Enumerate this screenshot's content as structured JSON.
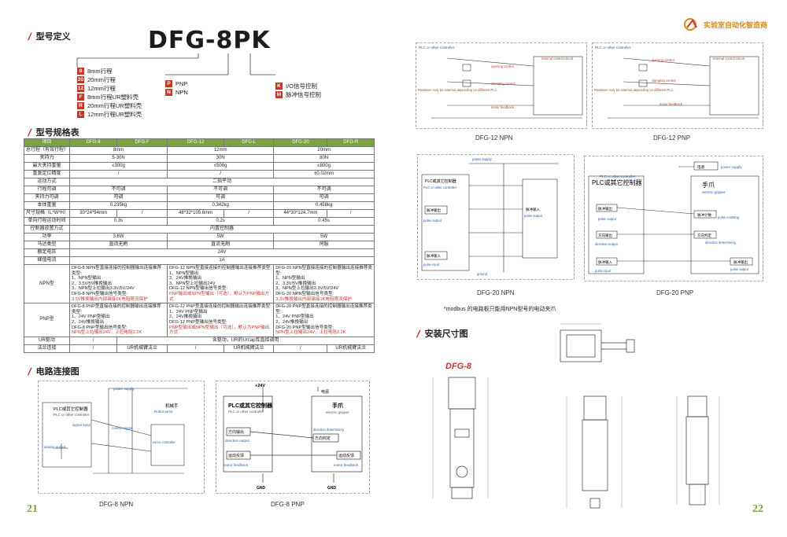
{
  "left_page": {
    "sec_model": "型号定义",
    "model_title": "DFG-8PK",
    "stroke_codes": [
      {
        "code": "8",
        "text": "8mm行程"
      },
      {
        "code": "20",
        "text": "20mm行程"
      },
      {
        "code": "12",
        "text": "12mm行程"
      },
      {
        "code": "F",
        "text": "8mm行程UR塑料壳"
      },
      {
        "code": "R",
        "text": "20mm行程UR塑料壳"
      },
      {
        "code": "L",
        "text": "12mm行程UR塑料壳"
      }
    ],
    "type_codes": [
      {
        "code": "P",
        "text": "PNP"
      },
      {
        "code": "N",
        "text": "NPN"
      }
    ],
    "signal_codes": [
      {
        "code": "K",
        "text": "I/O信号控制"
      },
      {
        "code": "M",
        "text": "脉冲信号控制"
      }
    ],
    "sec_spec": "型号规格表",
    "table": {
      "header": [
        "项目",
        "DFG-8",
        "DFG-F",
        "DFG-12",
        "DFG-L",
        "DFG-20",
        "DFG-R"
      ],
      "rows": [
        [
          "总行程（有效行程）",
          "8mm",
          "12mm",
          "20mm"
        ],
        [
          "夹持力",
          "5-30N",
          "30N",
          "80N"
        ],
        [
          "最大夹持重量",
          "≤300g",
          "≤500g",
          "≤800g"
        ],
        [
          "重复定位精度",
          "/",
          "/",
          "±0.02mm"
        ],
        [
          "运动方式",
          "二指平动"
        ],
        [
          "行程可调",
          "不可调",
          "不可调",
          "不可调"
        ],
        [
          "夹持力可调",
          "可调",
          "可调",
          "可调"
        ],
        [
          "本体重量",
          "0.235kg",
          "0.342kg",
          "0.458kg"
        ],
        [
          "尺寸规格（L*W*H）",
          "30*24*94mm",
          "/",
          "48*32*105.6mm",
          "/",
          "44*30*124.7mm",
          "/"
        ],
        [
          "单向行程运动时间",
          "0.3s",
          "0.2s",
          "0.45s"
        ],
        [
          "控制器放置方式",
          "内置控制器"
        ],
        [
          "功率",
          "3.6W",
          "5W",
          "5W"
        ],
        [
          "马达类型",
          "直流无刷",
          "直流无刷",
          "伺服"
        ],
        [
          "额定电压",
          "24V"
        ],
        [
          "峰值电流",
          "1A"
        ]
      ],
      "npn_label": "NPN型",
      "npn_cells": [
        [
          "DFG-8 NPN型直接连接的控制器输出连接推荐类型:",
          "1、NPN型输出",
          "2、3.5V/5V推挽输出",
          "3、NPN型上拉输出3.3V/5V/24V",
          "DFG-8 NPN型输出信号类型:",
          "3.5V推挽输出内部串接1K电阻限流保护"
        ],
        [
          "DFG-12 NPN型直接连接的控制器输出连接推荐类型:",
          "1、NPN型输出",
          "2、24V推挽输出",
          "3、NPN型上拉输出24V",
          "DFG-12 NPN型输出信号类型:",
          "PNP输出或NPN型输出（可选），默认为PNP输出方式"
        ],
        [
          "DFG-20 NPN型直接连接的控制器输出连接推荐类型:",
          "1、NPN型输出",
          "2、3.3V/5V推挽输出",
          "3、NPN型上拉输出3.3V/5V/24V",
          "DFG-20 NPN型输出信号类型:",
          "3.3V推挽输出内部串接1K电阻限流保护"
        ]
      ],
      "pnp_label": "PNP型",
      "pnp_cells": [
        [
          "DFG-8 PNP型直接连接的控制器输出连接推荐类型:",
          "1、24V PNP型输出",
          "2、24V推挽输出",
          "DFG-8 PNP型输出信号类型:",
          "NPN型上拉输出24V，上拉电阻2.2K"
        ],
        [
          "DFG-12 PNP型直接连接的控制器输出连接推荐类型:",
          "1、24V PNP型输出",
          "2、24V推挽输出",
          "DFG-12 PNP型输出信号类型:",
          "PNP型输出或NPN型输出（可选），默认为PNP输出方式"
        ],
        [
          "DFG-20 PNP型直接连接的控制器输出连接推荐类型:",
          "1、24V PNP型输出",
          "2、24V推挽输出",
          "DFG-20 PNP型输出信号类型:",
          "NPN型上拉输出24V，上拉电阻2.2K"
        ]
      ],
      "ur_drive": [
        "UR驱动",
        "/",
        "含驱动，UR的Urcap库直接调用"
      ],
      "flange": [
        "法兰连接",
        "/",
        "UR机械臂法兰",
        "/",
        "UR机械臂法兰",
        "/",
        "UR机械臂法兰"
      ]
    },
    "sec_circuit": "电路连接图",
    "cap_npn": "DFG-8 NPN",
    "cap_pnp": "DFG-8 PNP",
    "page_no": "21"
  },
  "right_page": {
    "brand": "实验室自动化智造商",
    "cap_12npn": "DFG-12 NPN",
    "cap_12pnp": "DFG-12 PNP",
    "cap_20npn": "DFG-20 NPN",
    "cap_20pnp": "DFG-20 PNP",
    "note": "*modbus 的电路板只能用NPN型号的电动夹爪",
    "note_red": "NPN",
    "sec_install": "安装尺寸图",
    "dfg8_label": "DFG-8",
    "page_no": "22"
  },
  "circuit_labels": {
    "plc": "PLC或其它控制器",
    "plc_en": "PLC or other controller",
    "gripper": "手爪",
    "gripper_en": "electric gripper",
    "robot": "机械手",
    "robot_en": "Robot arms",
    "power_supply": "power supply",
    "power_cn": "电源",
    "dir_out": "方向输出",
    "dir_out_en": "direction output",
    "motor_fb": "运动反馈",
    "motor_fb_en": "motor feedback",
    "dir_judge": "方向判定",
    "dir_judge_en": "direction determining",
    "v24": "+24V",
    "gnd": "GND",
    "pulse_out": "脉冲输出",
    "pulse_out_en": "pulse output",
    "pulse_in": "脉冲输入",
    "pulse_in_en": "pulse input",
    "pulse_count": "脉冲计数",
    "pulse_count_en": "pulse counting",
    "opening": "opening control",
    "clamping": "clamping control",
    "internal": "Internal control circuit",
    "control_signal": "control signal",
    "signal_input": "signal input",
    "analog_out": "analog output",
    "micro": "mirco controller",
    "resistor_note": "Resistors may be external depending on different PLC.",
    "ground": "ground"
  }
}
